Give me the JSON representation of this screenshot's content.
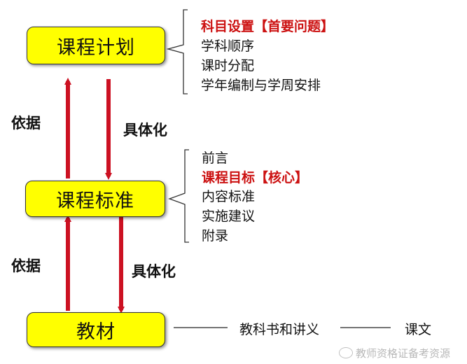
{
  "nodes": {
    "plan": "课程计划",
    "standard": "课程标准",
    "textbook": "教材"
  },
  "edges": {
    "basis_top": "依据",
    "concretize_top": "具体化",
    "basis_bottom": "依据",
    "concretize_bottom": "具体化"
  },
  "plan_items": [
    "科目设置【首要问题】",
    "学科顺序",
    "课时分配",
    "学年编制与学周安排"
  ],
  "standard_items": [
    "前言",
    "课程目标【核心】",
    "内容标准",
    "实施建议",
    "附录"
  ],
  "textbook_chain": {
    "middle": "教科书和讲义",
    "end": "课文"
  },
  "watermark": "教师资格证备考资源",
  "colors": {
    "box_fill": "#ffff00",
    "arrow": "#cc1122",
    "highlight_text": "#cc1111"
  }
}
